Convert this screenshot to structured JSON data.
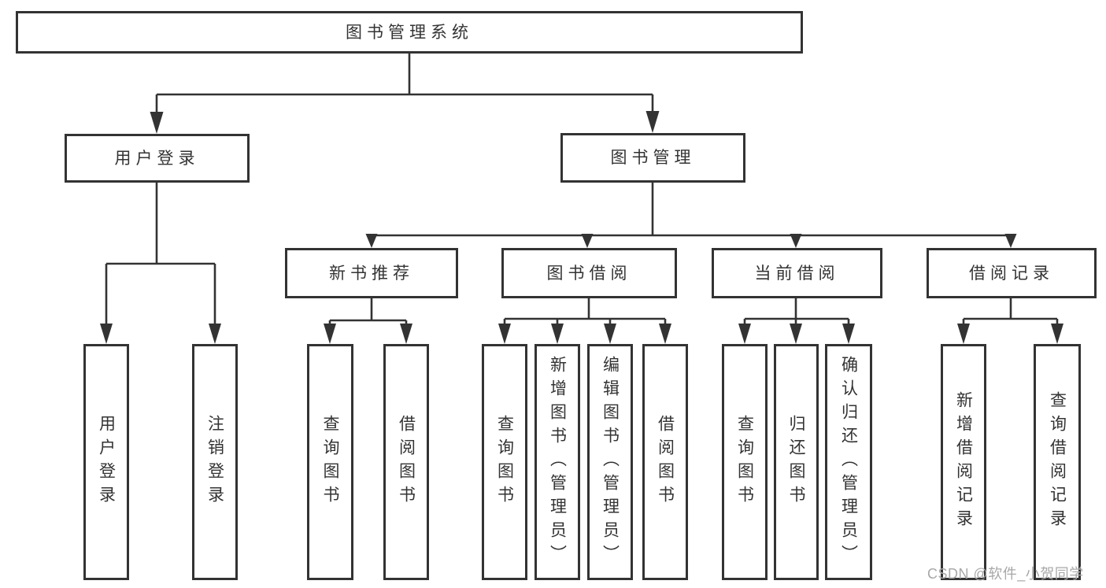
{
  "diagram": {
    "title": "图书管理系统",
    "tree": {
      "root": {
        "label": "图书管理系统"
      },
      "branches": [
        {
          "label": "用户登录",
          "children": [
            {
              "label": "用户登录"
            },
            {
              "label": "注销登录"
            }
          ]
        },
        {
          "label": "图书管理",
          "children": [
            {
              "label": "新书推荐",
              "children": [
                {
                  "label": "查询图书"
                },
                {
                  "label": "借阅图书"
                }
              ]
            },
            {
              "label": "图书借阅",
              "children": [
                {
                  "label": "查询图书"
                },
                {
                  "label": "新增图书（管理员）"
                },
                {
                  "label": "编辑图书（管理员）"
                },
                {
                  "label": "借阅图书"
                }
              ]
            },
            {
              "label": "当前借阅",
              "children": [
                {
                  "label": "查询图书"
                },
                {
                  "label": "归还图书"
                },
                {
                  "label": "确认归还（管理员）"
                }
              ]
            },
            {
              "label": "借阅记录",
              "children": [
                {
                  "label": "新增借阅记录"
                },
                {
                  "label": "查询借阅记录"
                }
              ]
            }
          ]
        }
      ]
    },
    "colors": {
      "line": "#333333",
      "box_border": "#333333",
      "box_fill": "#ffffff",
      "text": "#333333",
      "watermark": "#a8a8a8"
    }
  },
  "watermark": {
    "text": "CSDN @软件_小贺同学"
  }
}
